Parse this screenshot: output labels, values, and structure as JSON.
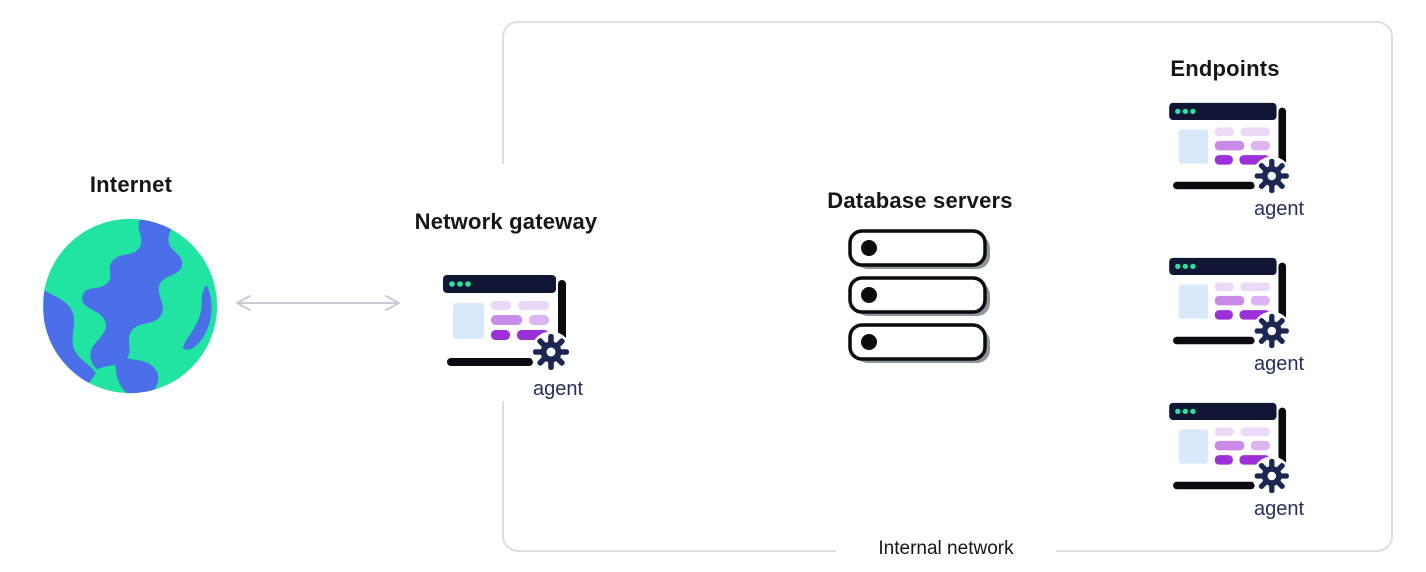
{
  "internet": {
    "label": "Internet"
  },
  "gateway": {
    "label": "Network gateway",
    "agent_label": "agent"
  },
  "internal_network": {
    "label": "Internal network"
  },
  "database_servers": {
    "label": "Database servers",
    "server_count": 3
  },
  "endpoints": {
    "label": "Endpoints",
    "items": [
      {
        "agent_label": "agent"
      },
      {
        "agent_label": "agent"
      },
      {
        "agent_label": "agent"
      }
    ]
  },
  "colors": {
    "globe_green": "#21E3A2",
    "globe_blue": "#4A6FE9",
    "browser_navy": "#101735",
    "dot_green": "#2BE3A0",
    "purple_light": "#EBD9F7",
    "purple_medium": "#C98AE8",
    "purple_soft": "#DDB4F1",
    "purple_dark": "#9C30D8",
    "pane_blue": "#D7E9FA",
    "gear_navy": "#1C2751",
    "agent_text": "#25305C",
    "box_border": "#DCDEE4",
    "arrow_gray": "#C9CCD6",
    "server_shadow": "#8F95A0"
  }
}
